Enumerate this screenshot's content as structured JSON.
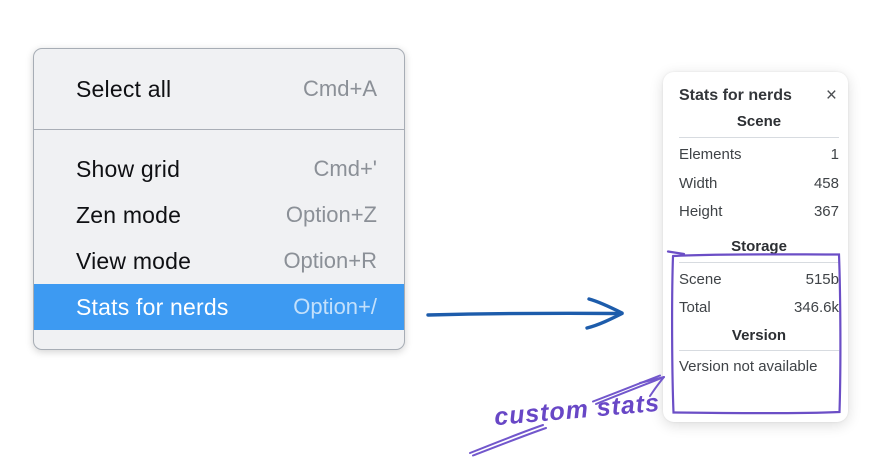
{
  "colors": {
    "menu_highlight": "#3d9af2",
    "menu_background": "#f0f1f3",
    "arrow_blue": "#1d5cab",
    "annotation_purple": "#6b4ec6"
  },
  "menu": {
    "items": [
      {
        "label": "Select all",
        "shortcut": "Cmd+A",
        "highlighted": false
      },
      {
        "label": "Show grid",
        "shortcut": "Cmd+'",
        "highlighted": false
      },
      {
        "label": "Zen mode",
        "shortcut": "Option+Z",
        "highlighted": false
      },
      {
        "label": "View mode",
        "shortcut": "Option+R",
        "highlighted": false
      },
      {
        "label": "Stats for nerds",
        "shortcut": "Option+/",
        "highlighted": true
      }
    ]
  },
  "stats_panel": {
    "title": "Stats for nerds",
    "close_icon": "×",
    "sections": [
      {
        "heading": "Scene",
        "rows": [
          {
            "label": "Elements",
            "value": "1"
          },
          {
            "label": "Width",
            "value": "458"
          },
          {
            "label": "Height",
            "value": "367"
          }
        ]
      },
      {
        "heading": "Storage",
        "rows": [
          {
            "label": "Scene",
            "value": "515b"
          },
          {
            "label": "Total",
            "value": "346.6k"
          }
        ]
      },
      {
        "heading": "Version",
        "rows": [],
        "note": "Version not available"
      }
    ]
  },
  "annotation": {
    "label": "custom stats"
  }
}
